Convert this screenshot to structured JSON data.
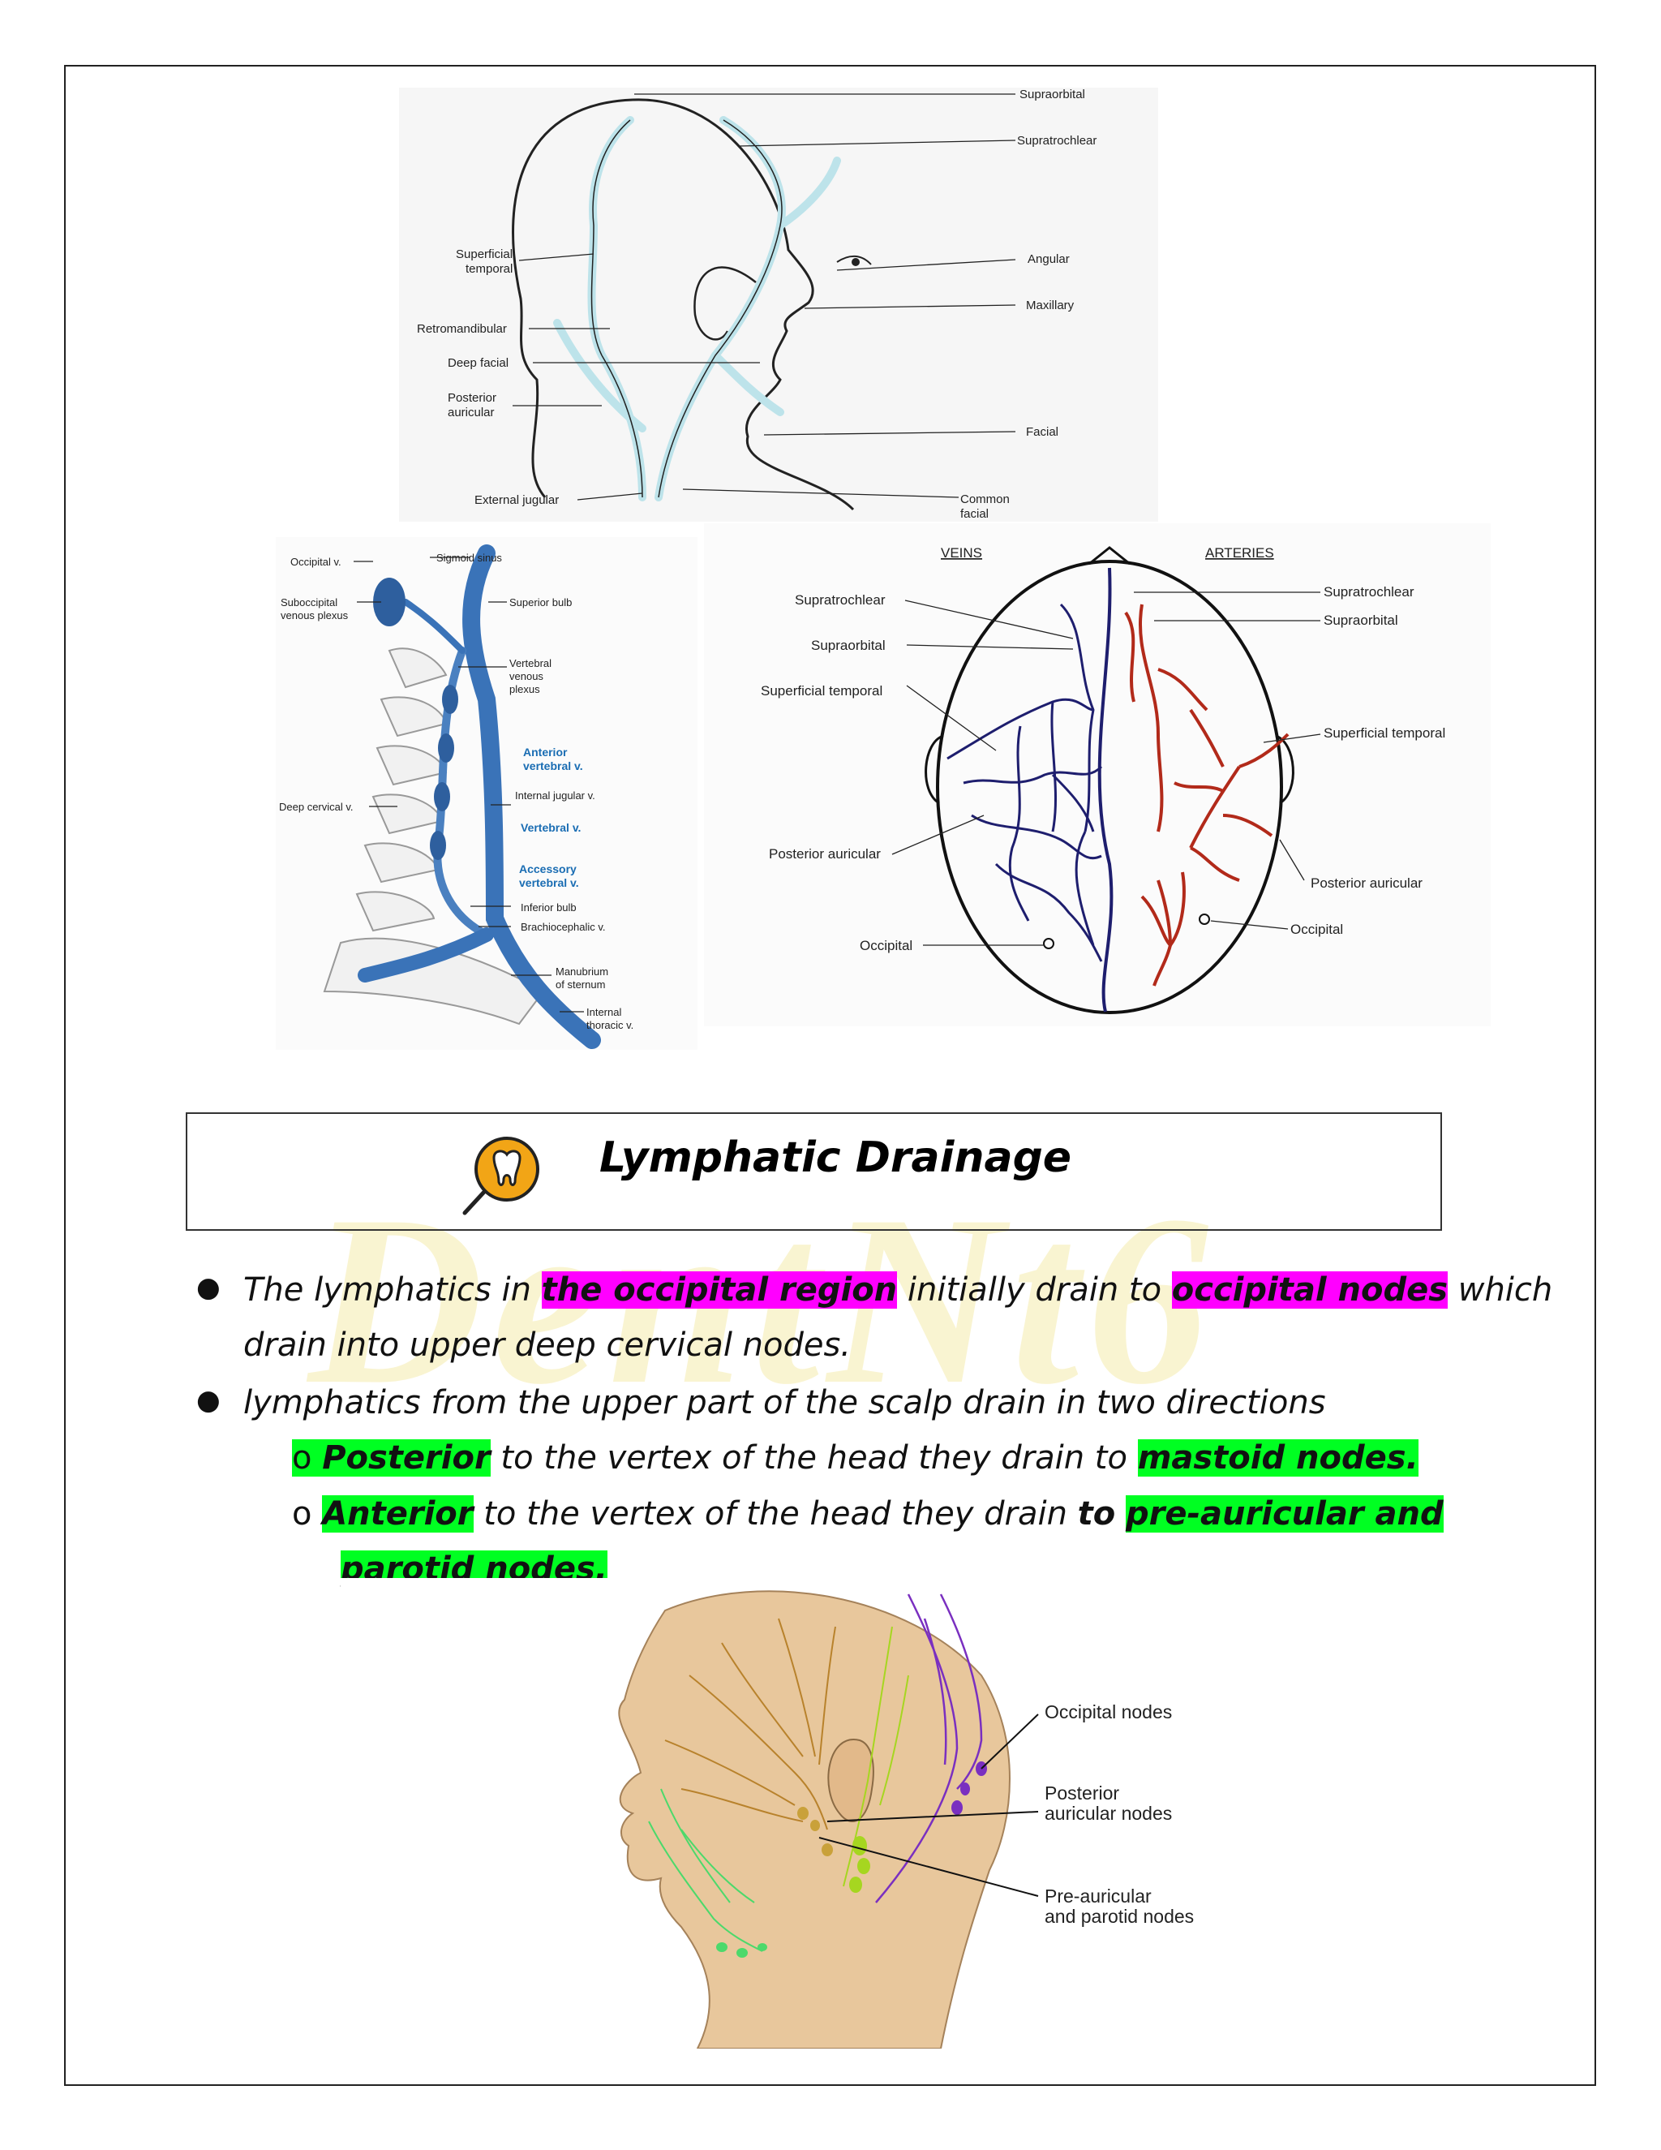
{
  "figures": {
    "head_veins": {
      "labels": {
        "supraorbital": "Supraorbital",
        "supratrochlear": "Supratrochlear",
        "superficial_temporal_1": "Superficial",
        "superficial_temporal_2": "temporal",
        "angular": "Angular",
        "maxillary": "Maxillary",
        "retromandibular": "Retromandibular",
        "deep_facial": "Deep facial",
        "posterior_auricular_1": "Posterior",
        "posterior_auricular_2": "auricular",
        "facial": "Facial",
        "external_jugular": "External jugular",
        "common_facial_1": "Common",
        "common_facial_2": "facial"
      }
    },
    "neck_veins": {
      "labels": {
        "occipital_v": "Occipital v.",
        "sigmoid_sinus": "Sigmoid sinus",
        "suboccipital_1": "Suboccipital",
        "suboccipital_2": "venous plexus",
        "superior_bulb": "Superior bulb",
        "vertebral_plexus_1": "Vertebral",
        "vertebral_plexus_2": "venous",
        "vertebral_plexus_3": "plexus",
        "anterior_vertebral_1": "Anterior",
        "anterior_vertebral_2": "vertebral  v.",
        "internal_jugular": "Internal jugular  v.",
        "deep_cervical": "Deep cervical v.",
        "vertebral_v": "Vertebral  v.",
        "accessory_1": "Accessory",
        "accessory_2": "vertebral  v.",
        "inferior_bulb": "Inferior bulb",
        "brachiocephalic": "Brachiocephalic v.",
        "manubrium_1": "Manubrium",
        "manubrium_2": "of sternum",
        "internal_thoracic_1": "Internal",
        "internal_thoracic_2": "thoracic v."
      }
    },
    "scalp_top": {
      "veins_title": "VEINS",
      "arteries_title": "ARTERIES",
      "labels": {
        "supratrochlear_l": "Supratrochlear",
        "supraorbital_l": "Supraorbital",
        "superficial_temporal_l": "Superficial temporal",
        "posterior_auricular_l": "Posterior auricular",
        "occipital_l": "Occipital",
        "supratrochlear_r": "Supratrochlear",
        "supraorbital_r": "Supraorbital",
        "superficial_temporal_r": "Superficial temporal",
        "posterior_auricular_r": "Posterior auricular",
        "occipital_r": "Occipital"
      }
    },
    "lymph_head": {
      "labels": {
        "occipital_nodes": "Occipital nodes",
        "posterior_1": "Posterior",
        "posterior_2": "auricular nodes",
        "preauricular_1": "Pre-auricular",
        "preauricular_2": "and parotid nodes"
      }
    }
  },
  "section": {
    "title": "Lymphatic Drainage",
    "icon": "tooth-magnifier-icon"
  },
  "bullets": {
    "b1_pre": "The lymphatics in ",
    "b1_hl1": "the occipital region",
    "b1_mid": " initially drain to ",
    "b1_hl2": "occipital nodes",
    "b1_post": " which",
    "b1_line2": "drain into upper deep cervical nodes.",
    "b2": "lymphatics from the upper part of the scalp drain in two directions",
    "s1_hl1": "Posterior",
    "s1_mid": " to the vertex of the head they drain to ",
    "s1_hl2": "mastoid nodes.",
    "s2_hl1": "Anterior",
    "s2_mid": " to the vertex of the head they drain ",
    "s2_bold": "to",
    "s2_sp": " ",
    "s2_hl2": "pre-auricular and",
    "s2_line2": "parotid nodes."
  },
  "colors": {
    "highlight_pink": "#ff00ff",
    "highlight_green": "#00ff22",
    "vein_blue": "#3a73b8",
    "artery_red": "#b22a1a",
    "icon_orange": "#f2a516"
  }
}
